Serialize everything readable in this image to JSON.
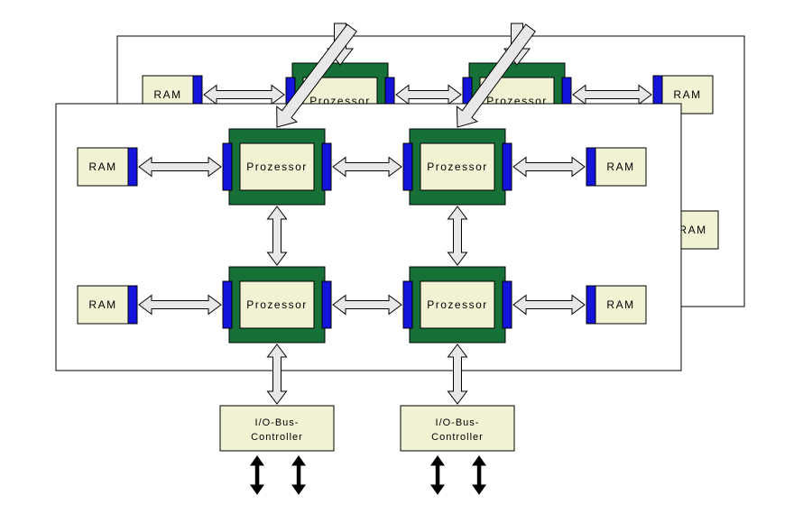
{
  "diagram": {
    "labels": {
      "ram": "RAM",
      "processor": "Prozessor",
      "io_bus_line1": "I/O-Bus-",
      "io_bus_line2": "Controller"
    },
    "colors": {
      "board_fill": "#ffffff",
      "module_fill": "#f1f1d3",
      "processor_fill": "#167038",
      "port_fill": "#1414dd",
      "arrow_fill": "#e8e8e8",
      "io_arrow_fill": "#000000",
      "outline": "#000000"
    }
  }
}
